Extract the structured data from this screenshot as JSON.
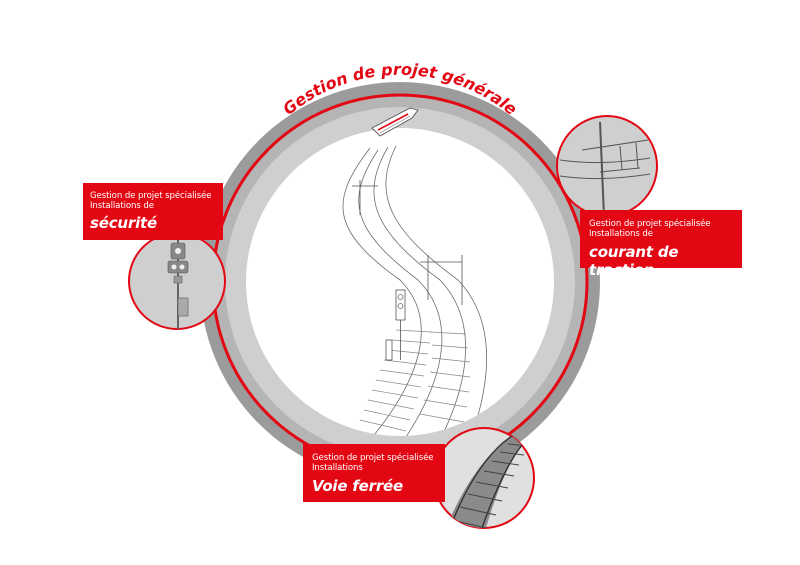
{
  "ring": {
    "outer_title": "Expertise en technique ferroviaire",
    "inner_title": "Gestion de projet générale"
  },
  "boxes": {
    "securite": {
      "line1": "Gestion de projet spécialisée",
      "line2": "Installations de",
      "title": "sécurité"
    },
    "traction": {
      "line1": "Gestion de projet spécialisée",
      "line2": "Installations de",
      "title": "courant de traction"
    },
    "voie": {
      "line1": "Gestion de projet spécialisée",
      "line2": "Installations",
      "title": "Voie ferrée"
    }
  },
  "colors": {
    "accent_red": "#e30613",
    "ring_gray": "#9b9b9b",
    "ring_light": "#cfcfcf",
    "line_art": "#555555"
  },
  "icons": [
    "train-icon",
    "signal-icon",
    "catenary-mast-icon",
    "track-icon"
  ]
}
